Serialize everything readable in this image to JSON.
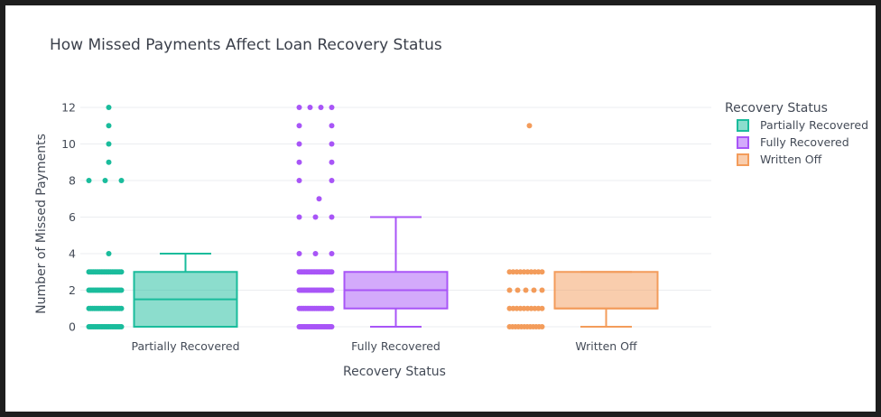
{
  "chart_data": {
    "type": "box",
    "title": "How Missed Payments Affect Loan Recovery Status",
    "xlabel": "Recovery Status",
    "ylabel": "Number of Missed Payments",
    "ylim": [
      -0.4,
      12.6
    ],
    "yticks": [
      0,
      2,
      4,
      6,
      8,
      10,
      12
    ],
    "grid": true,
    "legend": {
      "title": "Recovery Status",
      "placement": "top-right"
    },
    "categories": [
      "Partially Recovered",
      "Fully Recovered",
      "Written Off"
    ],
    "series": [
      {
        "name": "Partially Recovered",
        "color": "#1abc9c",
        "box": {
          "min": 0,
          "q1": 0,
          "median": 1.5,
          "q3": 3,
          "max": 4
        },
        "points": [
          {
            "y": 0,
            "count": 22
          },
          {
            "y": 1,
            "count": 20
          },
          {
            "y": 2,
            "count": 22
          },
          {
            "y": 3,
            "count": 22
          },
          {
            "y": 4,
            "count": 1
          },
          {
            "y": 8,
            "count": 3
          },
          {
            "y": 9,
            "count": 1
          },
          {
            "y": 10,
            "count": 1
          },
          {
            "y": 11,
            "count": 1
          },
          {
            "y": 12,
            "count": 1
          }
        ]
      },
      {
        "name": "Fully Recovered",
        "color": "#a855f7",
        "box": {
          "min": 0,
          "q1": 1,
          "median": 2,
          "q3": 3,
          "max": 6
        },
        "points": [
          {
            "y": 0,
            "count": 24
          },
          {
            "y": 1,
            "count": 22
          },
          {
            "y": 2,
            "count": 24
          },
          {
            "y": 3,
            "count": 24
          },
          {
            "y": 4,
            "count": 3
          },
          {
            "y": 6,
            "count": 3
          },
          {
            "y": 7,
            "count": 1
          },
          {
            "y": 8,
            "count": 2
          },
          {
            "y": 9,
            "count": 2
          },
          {
            "y": 10,
            "count": 2
          },
          {
            "y": 11,
            "count": 2
          },
          {
            "y": 12,
            "count": 4
          }
        ]
      },
      {
        "name": "Written Off",
        "color": "#f39c5b",
        "box": {
          "min": 0,
          "q1": 1,
          "median": 1,
          "q3": 3,
          "max": 3
        },
        "points": [
          {
            "y": 0,
            "count": 12
          },
          {
            "y": 1,
            "count": 10
          },
          {
            "y": 2,
            "count": 5
          },
          {
            "y": 3,
            "count": 10
          },
          {
            "y": 11,
            "count": 1
          }
        ]
      }
    ]
  }
}
